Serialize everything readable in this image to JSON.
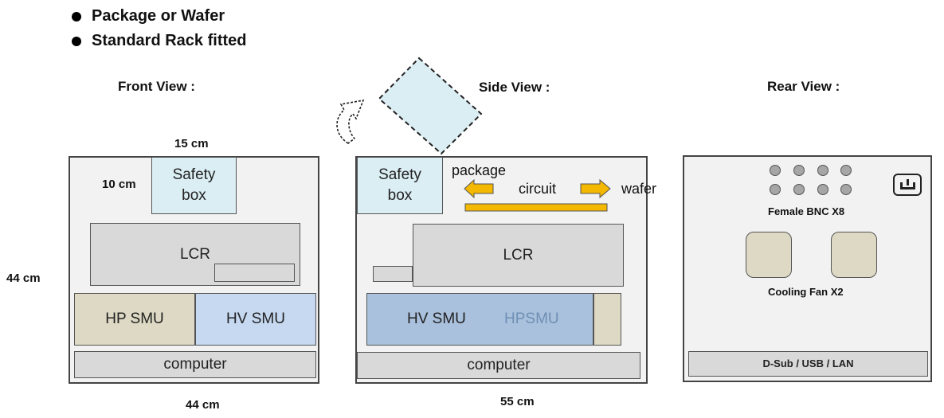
{
  "bullets": [
    "Package or Wafer",
    "Standard Rack fitted"
  ],
  "views": {
    "front": {
      "title": "Front View :",
      "width_label": "15 cm",
      "height_label": "10 cm",
      "rack_height": "44 cm",
      "rack_width": "44 cm",
      "safety_line1": "Safety",
      "safety_line2": "box",
      "lcr": "LCR",
      "hp_smu": "HP SMU",
      "hv_smu": "HV SMU",
      "computer": "computer"
    },
    "side": {
      "title": "Side View :",
      "safety_line1": "Safety",
      "safety_line2": "box",
      "package": "package",
      "circuit": "circuit",
      "wafer": "wafer",
      "lcr": "LCR",
      "hv_smu": "HV SMU",
      "hpsmu": "HPSMU",
      "computer": "computer",
      "depth_label": "55 cm"
    },
    "rear": {
      "title": "Rear View :",
      "bnc": "Female BNC X8",
      "fan": "Cooling Fan X2",
      "ports": "D-Sub / USB / LAN"
    }
  },
  "colors": {
    "safety_box": "#dbeef4",
    "hp_smu": "#ddd9c4",
    "hv_smu": "#c6d9f1",
    "arrow": "#f5b800",
    "frame": "#f2f2f2"
  },
  "icons": [
    "power-socket-icon",
    "rotate-arrow-icon"
  ]
}
